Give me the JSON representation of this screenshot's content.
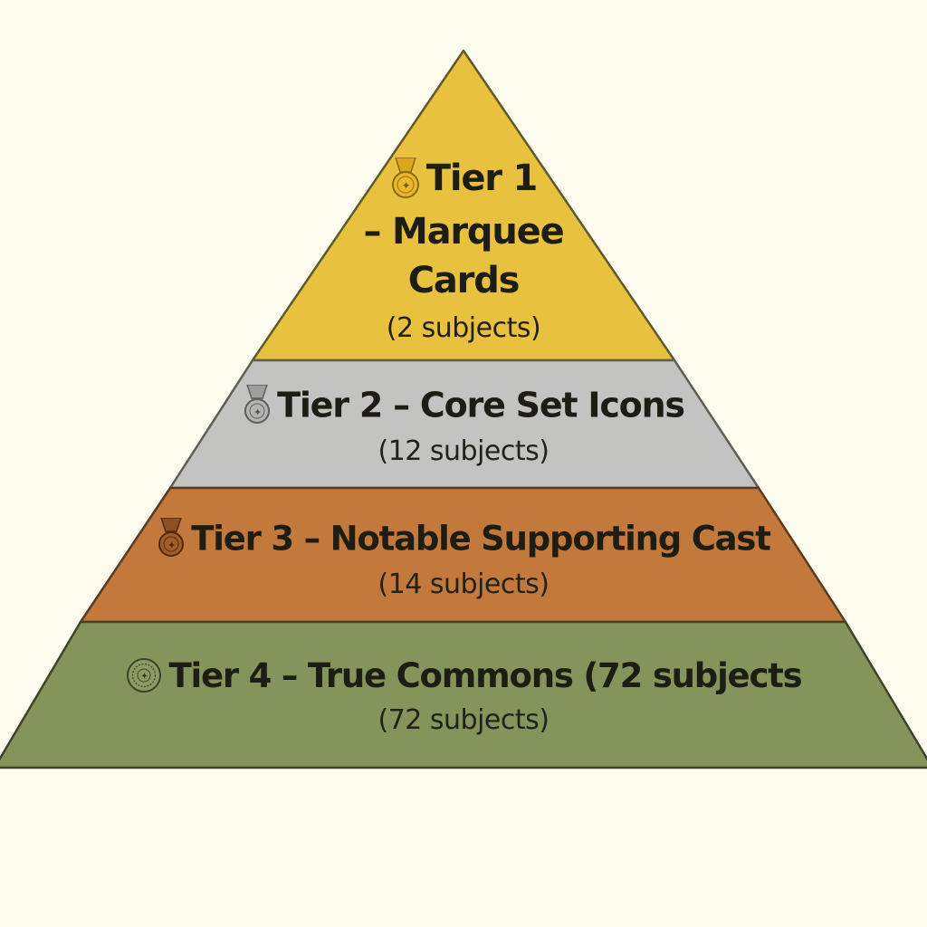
{
  "tiers": [
    {
      "title_line1": "Tier 1",
      "title_line2": "– Marquee",
      "title_line3": "Cards",
      "subtitle": "(2 subjects)",
      "fill": "#e8c23f",
      "icon": "gold-medal-icon"
    },
    {
      "title": "Tier 2 – Core Set Icons",
      "subtitle": "(12 subjects)",
      "fill": "#c3c4c1",
      "icon": "silver-medal-icon"
    },
    {
      "title": "Tier 3 – Notable Supporting Cast",
      "subtitle": "(14 subjects)",
      "fill": "#c4793c",
      "icon": "bronze-medal-icon"
    },
    {
      "title": "Tier 4 – True Commons (72 subjects",
      "subtitle": "(72 subjects)",
      "fill": "#84945b",
      "icon": "coin-seal-icon"
    }
  ],
  "colors": {
    "background": "#fdfcef",
    "outline": "#3f4327"
  }
}
